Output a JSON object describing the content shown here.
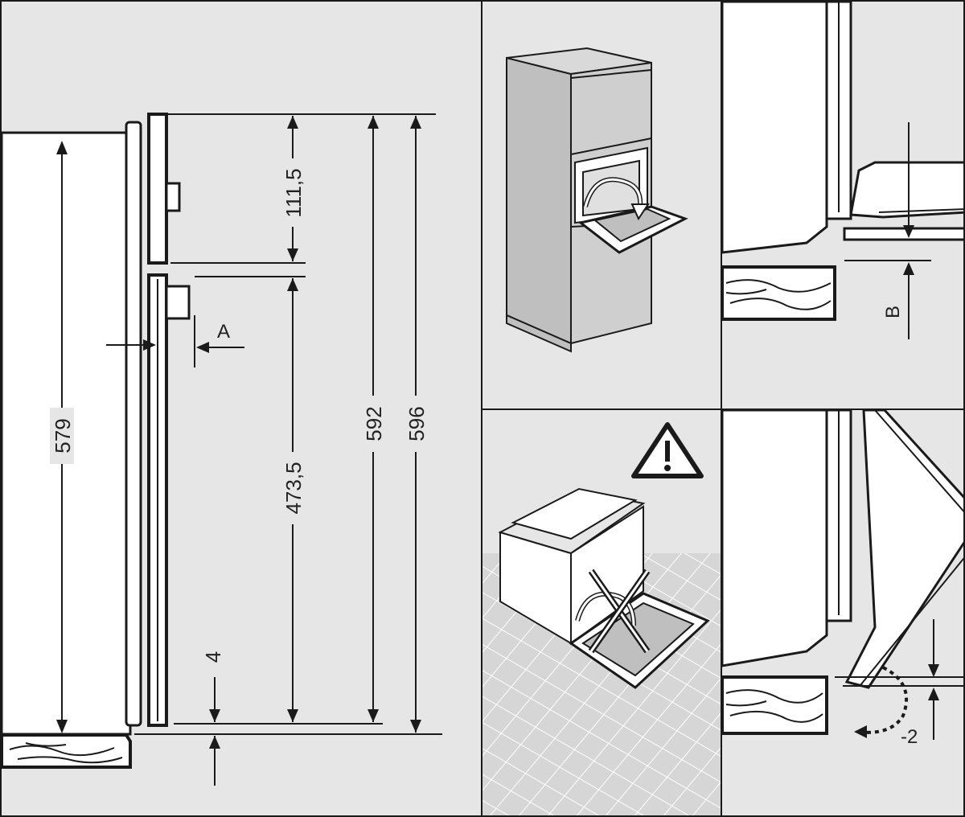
{
  "panel_main": {
    "labels": {
      "d_111_5": "111,5",
      "d_473_5": "473,5",
      "d_579": "579",
      "d_592": "592",
      "d_596": "596",
      "d_4": "4",
      "a": "A"
    }
  },
  "panel_tr": {
    "labels": {
      "b": "B"
    }
  },
  "panel_br": {
    "labels": {
      "minus_2": "-2"
    }
  },
  "warning_icon": "warning-triangle-icon",
  "colors": {
    "panel_bg": "#e6e6e6",
    "line": "#1a1a1a",
    "appliance_gray": "#bfbfbf",
    "floor_tile": "#cfcfcf"
  }
}
